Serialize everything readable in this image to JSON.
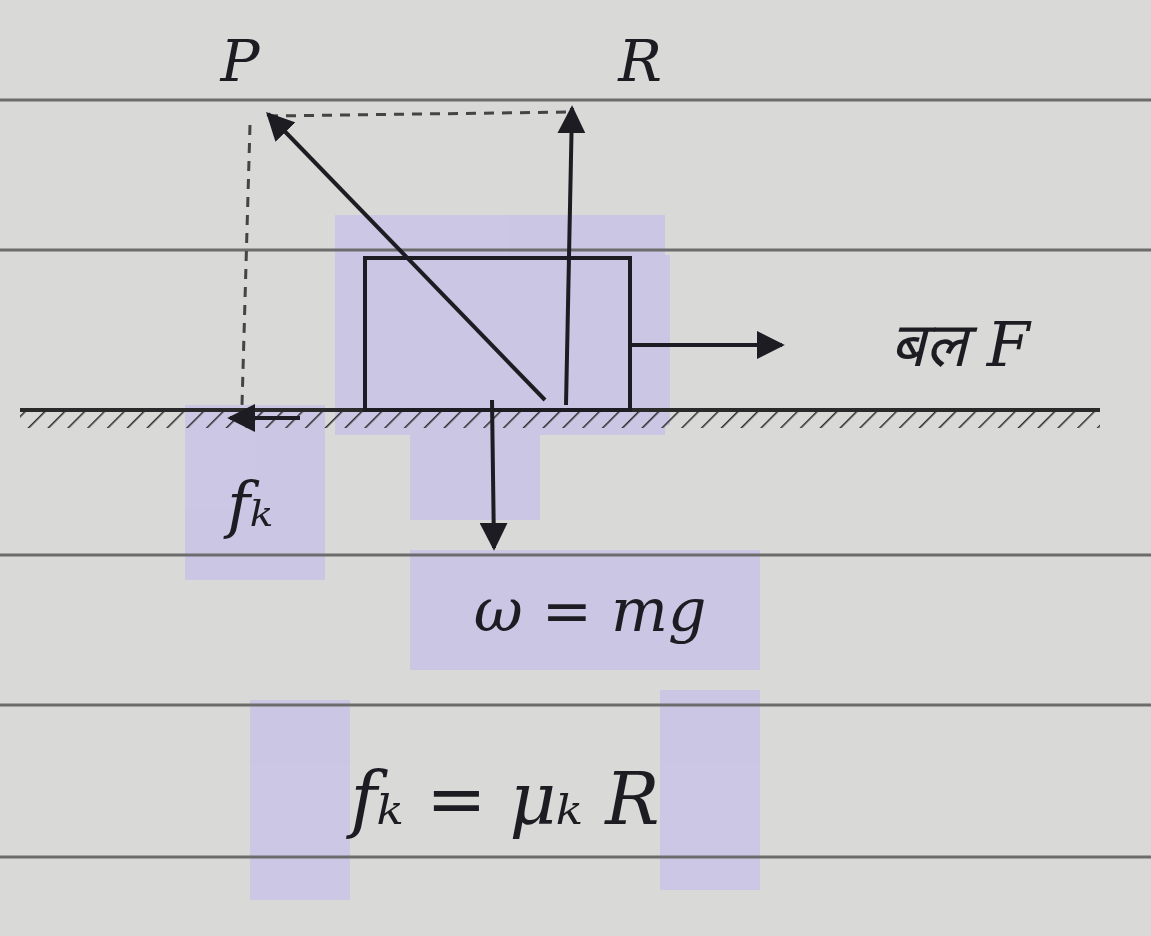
{
  "diagram": {
    "labels": [
      "P",
      "R",
      "बल F",
      "fₖ",
      "ω = mg",
      "fₖ = μₖ R"
    ]
  }
}
